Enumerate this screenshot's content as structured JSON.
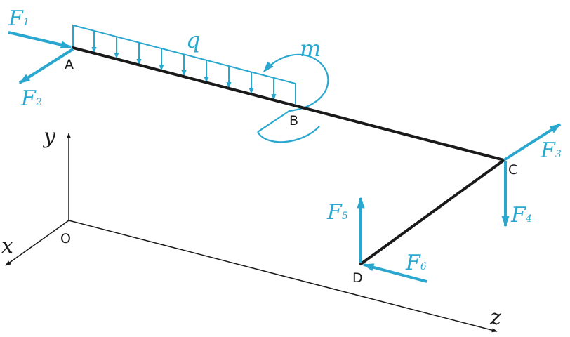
{
  "points": {
    "A": "A",
    "B": "B",
    "C": "C",
    "D": "D",
    "O": "O"
  },
  "axes": {
    "x": "x",
    "y": "y",
    "z": "z"
  },
  "loads": {
    "q": "q",
    "m": "m",
    "forces": [
      {
        "letter": "F",
        "index": "1"
      },
      {
        "letter": "F",
        "index": "2"
      },
      {
        "letter": "F",
        "index": "3"
      },
      {
        "letter": "F",
        "index": "4"
      },
      {
        "letter": "F",
        "index": "5"
      },
      {
        "letter": "F",
        "index": "6"
      }
    ]
  },
  "colors": {
    "load": "#2aa7cf",
    "structure": "#1a1a1a",
    "axes": "#1a1a1a"
  }
}
